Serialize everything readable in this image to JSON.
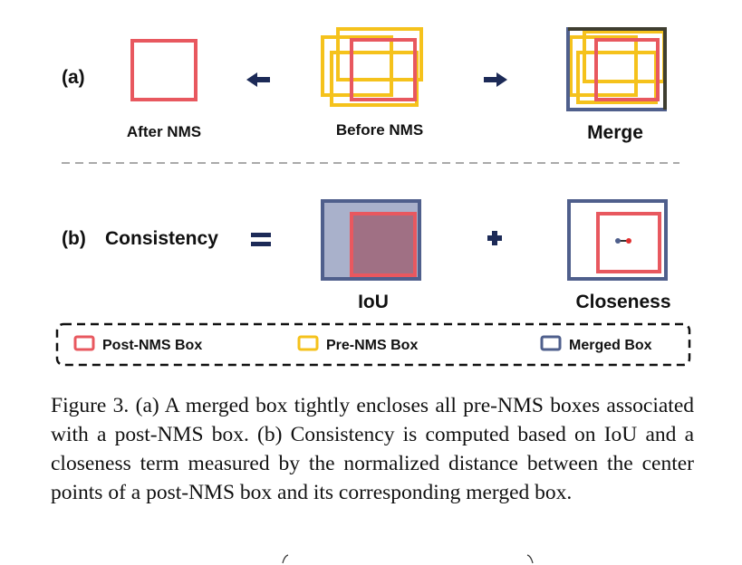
{
  "colors": {
    "post_nms": "#e8585f",
    "pre_nms": "#f5c21c",
    "merged": "#4f5f8c",
    "merged_fill": "#a9b1cb",
    "overlap_fill": "#a07084",
    "arrow": "#1c2a57",
    "center_dot": "#e03030"
  },
  "panel_a": {
    "tag": "(a)",
    "after_label": "After NMS",
    "before_label": "Before NMS",
    "merge_label": "Merge"
  },
  "panel_b": {
    "tag": "(b)",
    "title": "Consistency",
    "equals_symbol": "=",
    "plus_symbol": "+",
    "iou_label": "IoU",
    "closeness_label": "Closeness"
  },
  "legend": {
    "post_nms": "Post-NMS Box",
    "pre_nms": "Pre-NMS Box",
    "merged": "Merged Box"
  },
  "caption": "Figure 3. (a) A merged box tightly encloses all pre-NMS boxes associated with a post-NMS box. (b) Consistency is computed based on IoU and a closeness term measured by the normalized distance between the center points of a post-NMS box and its corresponding merged box."
}
